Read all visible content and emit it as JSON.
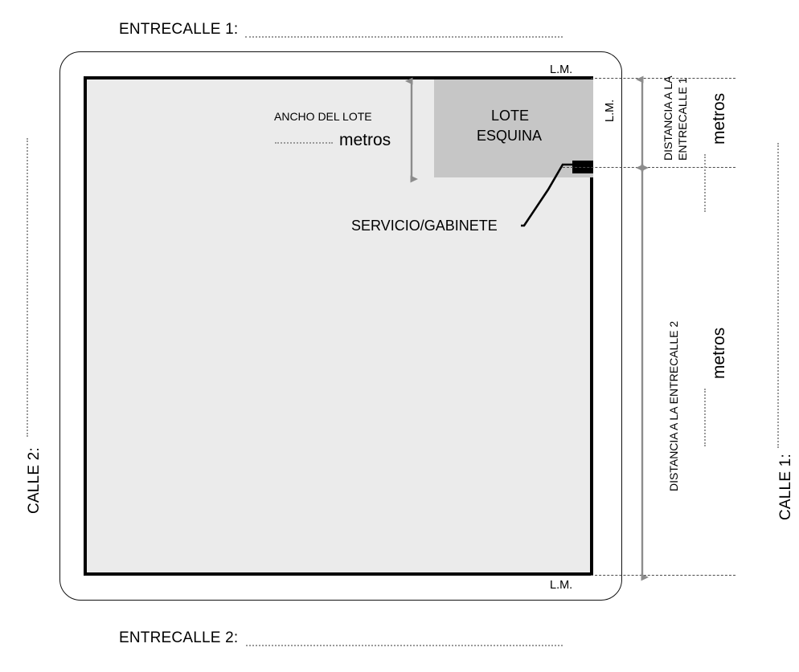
{
  "diagram": {
    "title_hidden": "Croquis de lote esquina",
    "streets": {
      "top_label": "ENTRECALLE 1:",
      "bottom_label": "ENTRECALLE 2:",
      "left_label": "CALLE 2:",
      "right_label": "CALLE 1:"
    },
    "lot": {
      "corner_label_line1": "LOTE",
      "corner_label_line2": "ESQUINA",
      "width_label": "ANCHO DEL LOTE",
      "width_units": "metros",
      "service_label": "SERVICIO/GABINETE"
    },
    "municipal_lines": {
      "top": "L.M.",
      "right": "L.M.",
      "bottom": "L.M."
    },
    "dimensions": {
      "d1_label": "DISTANCIA A LA\nENTRECALLE 1",
      "d1_label_line1": "DISTANCIA A LA",
      "d1_label_line2": "ENTRECALLE 1",
      "d1_units": "metros",
      "d2_label": "DISTANCIA A LA ENTRECALLE 2",
      "d2_units": "metros"
    },
    "colors": {
      "lot_fill": "#ebebeb",
      "corner_fill": "#c6c6c6",
      "cabinet": "#000000",
      "arrow_gray": "#8c8c8c",
      "dash_gray": "#4c4c4c",
      "dot_gray": "#9a9a9a",
      "outline": "#000000",
      "background": "#ffffff"
    }
  }
}
